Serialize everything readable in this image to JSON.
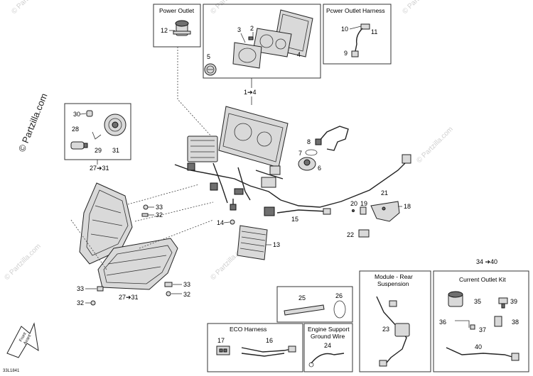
{
  "diagram": {
    "ref_code": "33L1841",
    "front_label_1": "Front",
    "front_label_2": "Avant"
  },
  "watermark": {
    "text": "© Partzilla.com"
  },
  "boxes": {
    "power_outlet": "Power Outlet",
    "power_outlet_harness": "Pcwer Outlet Harness",
    "eco_harness": "ECO Harness",
    "engine_support_1": "Engine Support",
    "engine_support_2": "Ground Wire",
    "module_rear_1": "Module - Rear",
    "module_rear_2": "Suspension",
    "current_outlet_kit": "Current Outlet Kit",
    "kit_range": "34 ➔40"
  },
  "callouts": {
    "c1_4": "1➔4",
    "c2": "2",
    "c3": "3",
    "c4": "4",
    "c5": "5",
    "c6": "6",
    "c7": "7",
    "c8": "8",
    "c9": "9",
    "c10": "10",
    "c11": "11",
    "c12": "12",
    "c13": "13",
    "c14": "14",
    "c15": "15",
    "c16": "16",
    "c17": "17",
    "c18": "18",
    "c19": "19",
    "c20": "20",
    "c21": "21",
    "c22": "22",
    "c23": "23",
    "c24": "24",
    "c25": "25",
    "c26": "26",
    "c27_31_top": "27➔31",
    "c27_31_bottom": "27➔31",
    "c28": "28",
    "c29": "29",
    "c30": "30",
    "c31": "31",
    "c32_upper": "32",
    "c33_upper": "33",
    "c32_left": "32",
    "c33_left": "33",
    "c32_right": "32",
    "c33_right": "33",
    "c35": "35",
    "c36": "36",
    "c37": "37",
    "c38": "38",
    "c39": "39",
    "c40": "40"
  }
}
